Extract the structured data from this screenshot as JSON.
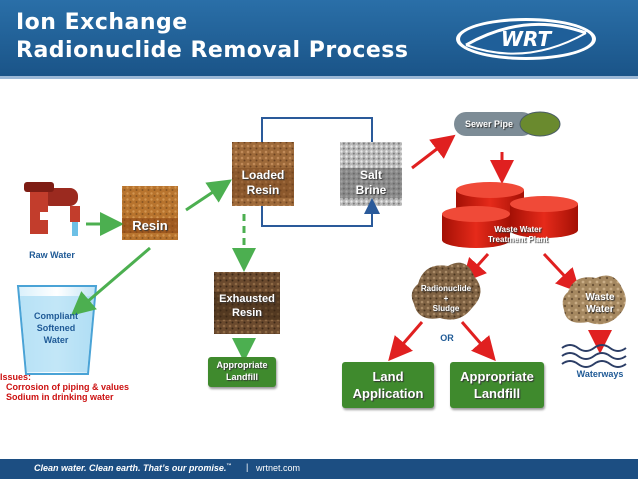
{
  "header": {
    "title_line1": "Ion Exchange",
    "title_line2": "Radionuclide Removal Process",
    "logo_text": "WRT"
  },
  "diagram": {
    "raw_water": "Raw Water",
    "resin": "Resin",
    "loaded_resin": "Loaded\nResin",
    "salt_brine": "Salt\nBrine",
    "exhausted_resin": "Exhausted\nResin",
    "appropriate_landfill_small": "Appropriate\nLandfill",
    "compliant_water": "Compliant\nSoftened\nWater",
    "sewer_pipe": "Sewer Pipe",
    "wastewater_plant": "Waste Water\nTreatment Plant",
    "radionuclide_sludge": "Radionuclide\n+\nSludge",
    "waste_water": "Waste\nWater",
    "or": "OR",
    "land_application": "Land\nApplication",
    "appropriate_landfill": "Appropriate\nLandfill",
    "waterways": "Waterways",
    "issues_title": "Issues:",
    "issues": [
      "Corrosion of piping & values",
      "Sodium in drinking water"
    ]
  },
  "footer": {
    "slogan": "Clean water. Clean earth. That’s our promise.",
    "trademark": "™",
    "separator": "|",
    "url": "wrtnet.com"
  },
  "colors": {
    "header_blue": "#1f5f99",
    "arrow_green": "#4caf50",
    "arrow_red": "#e02020",
    "tank_red": "#dd1f12",
    "button_green": "#3f8a2d",
    "issues_red": "#cc1111",
    "label_blue": "#1f5a96"
  }
}
